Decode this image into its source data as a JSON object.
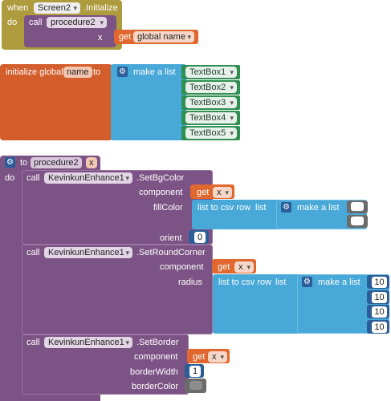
{
  "event_block": {
    "when": "when",
    "component": "Screen2",
    "event": ".Initialize",
    "do": "do",
    "call": "call",
    "procedure": "procedure2",
    "param": "x",
    "get": "get",
    "variable": "global name"
  },
  "global_block": {
    "initialize": "initialize global",
    "name": "name",
    "to": "to",
    "make_list": "make a list",
    "items": [
      "TextBox1",
      "TextBox2",
      "TextBox3",
      "TextBox4",
      "TextBox5"
    ]
  },
  "procedure_block": {
    "to": "to",
    "name": "procedure2",
    "param": "x",
    "do": "do",
    "call": "call",
    "component": "KevinkunEnhance1",
    "methods": [
      ".SetBgColor",
      ".SetRoundCorner",
      ".SetBorder"
    ],
    "component_label": "component",
    "get": "get",
    "get_var": "x",
    "fillColor_label": "fillColor",
    "radius_label": "radius",
    "list_to_csv": "list to csv row",
    "list_label": "list",
    "make_list": "make a list",
    "orient_label": "orient",
    "orient_value": "0",
    "radius_values": [
      "10",
      "10",
      "10",
      "10"
    ],
    "borderWidth_label": "borderWidth",
    "borderWidth_value": "1",
    "borderColor_label": "borderColor"
  },
  "colors": {
    "event": "#ae9b3e",
    "procedure": "#7c5385",
    "variable_get": "#e0672e",
    "variable_init": "#d35d2b",
    "list": "#48a8d8",
    "textbox": "#2e8f51",
    "math": "#2b5d98"
  }
}
